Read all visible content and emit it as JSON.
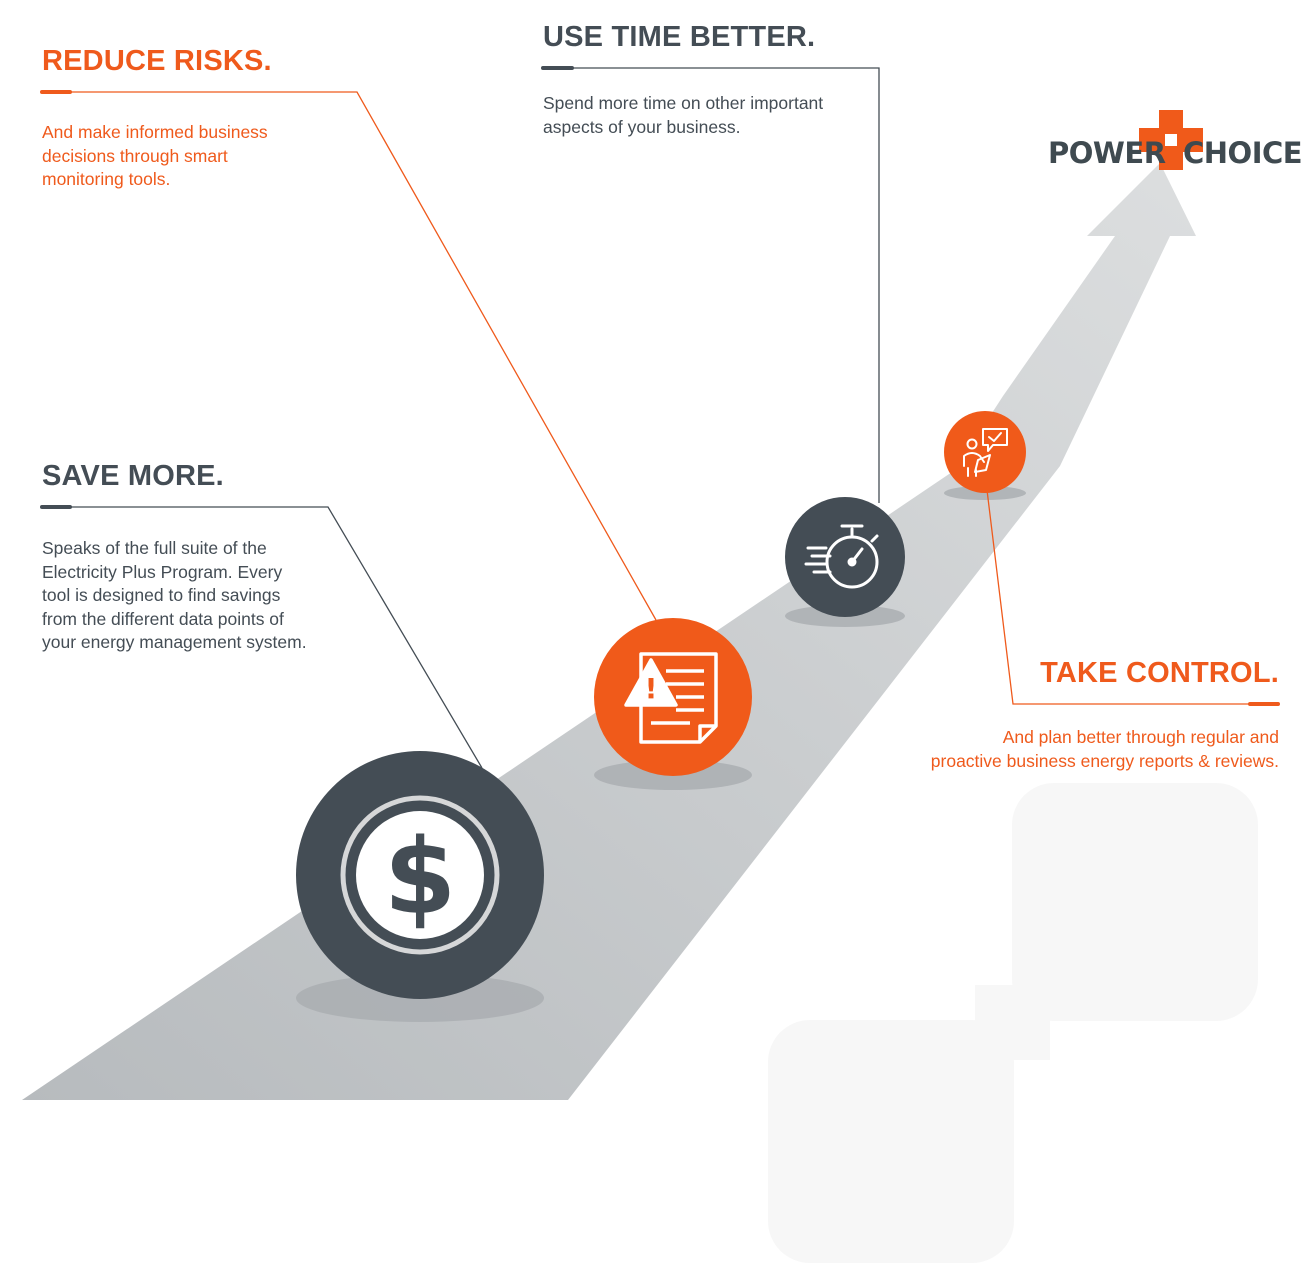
{
  "brand": {
    "name_left": "POWER",
    "name_right": "CHOICE",
    "accent_color": "#f05a1a",
    "dark_color": "#444d55"
  },
  "steps": [
    {
      "title": "SAVE MORE.",
      "description": "Speaks of the full suite of the\nElectricity Plus Program. Every\ntool is designed to find savings\nfrom the different data points of\nyour energy management system.",
      "icon": "dollar-icon",
      "color": "#444d55"
    },
    {
      "title": "REDUCE RISKS.",
      "description": "And make informed business\ndecisions through smart\nmonitoring tools.",
      "icon": "warning-document-icon",
      "color": "#f05a1a"
    },
    {
      "title": "USE TIME BETTER.",
      "description": "Spend more time on other important\naspects of your business.",
      "icon": "stopwatch-icon",
      "color": "#444d55"
    },
    {
      "title": "TAKE CONTROL.",
      "description": "And plan better through regular and\nproactive business energy reports & reviews.",
      "icon": "consultant-icon",
      "color": "#f05a1a"
    }
  ]
}
